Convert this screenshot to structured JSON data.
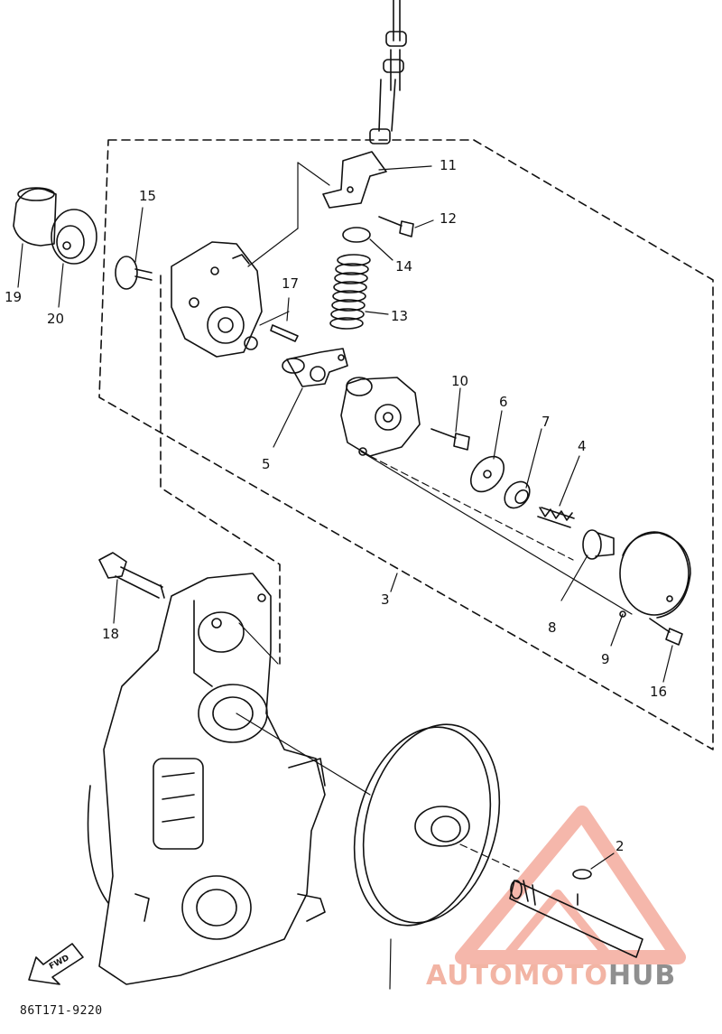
{
  "diagram": {
    "callouts": [
      "2",
      "3",
      "4",
      "5",
      "6",
      "7",
      "8",
      "9",
      "10",
      "11",
      "12",
      "13",
      "14",
      "15",
      "16",
      "17",
      "18",
      "19",
      "20"
    ],
    "labels": {
      "l2": "2",
      "l3": "3",
      "l4": "4",
      "l5": "5",
      "l6": "6",
      "l7": "7",
      "l8": "8",
      "l9": "9",
      "l10": "10",
      "l11": "11",
      "l12": "12",
      "l13": "13",
      "l14": "14",
      "l15": "15",
      "l16": "16",
      "l17": "17",
      "l18": "18",
      "l19": "19",
      "l20": "20"
    },
    "part_code": "86T171-9220",
    "fwd_label": "FWD"
  },
  "watermark": {
    "part1": "AUTO",
    "part2": "MOTO",
    "part3": "HUB",
    "color_primary": "#f2b4a4",
    "color_secondary": "#8f8f8f"
  },
  "colors": {
    "ink": "#111111",
    "background": "#ffffff"
  }
}
